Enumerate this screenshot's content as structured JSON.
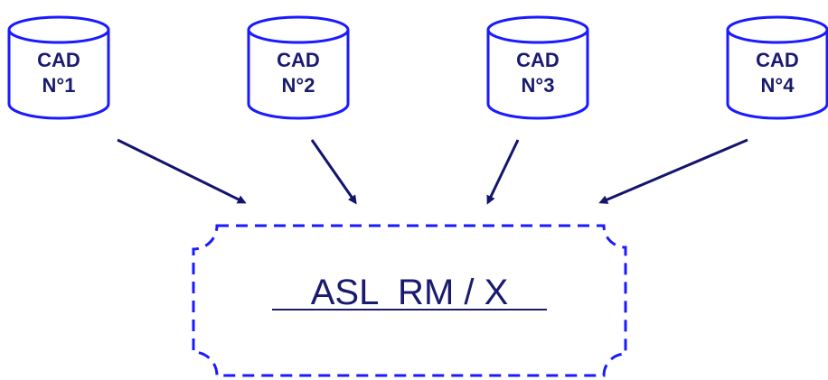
{
  "databases": [
    {
      "line1": "CAD",
      "line2": "N°1"
    },
    {
      "line1": "CAD",
      "line2": "N°2"
    },
    {
      "line1": "CAD",
      "line2": "N°3"
    },
    {
      "line1": "CAD",
      "line2": "N°4"
    }
  ],
  "target": {
    "label": "ASL  RM / X"
  },
  "colors": {
    "cylinder_stroke": "#1a1aff",
    "text": "#1a1a6e",
    "arrow": "#14146e",
    "box_stroke": "#1a1aff"
  }
}
